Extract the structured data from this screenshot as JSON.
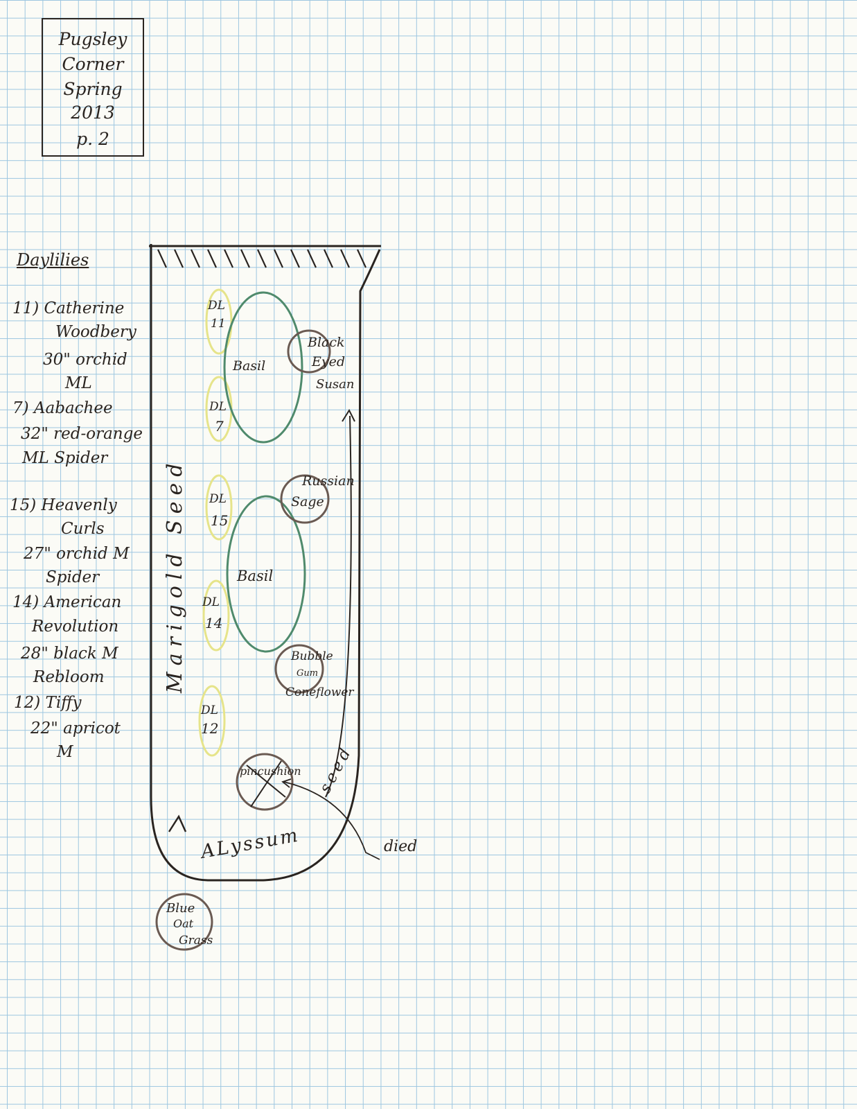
{
  "title_box": {
    "lines": [
      "Pugsley",
      "Corner",
      "Spring",
      "2013",
      "p. 2"
    ]
  },
  "legend": {
    "heading": "Daylilies",
    "entries": [
      {
        "lines": [
          "11) Catherine",
          "Woodbery",
          "30\" orchid",
          "ML"
        ]
      },
      {
        "lines": [
          "7) Aabachee",
          "32\" red-orange",
          "ML Spider"
        ]
      },
      {
        "lines": [
          "15) Heavenly",
          "Curls",
          "27\" orchid M",
          "Spider"
        ]
      },
      {
        "lines": [
          "14) American",
          "Revolution",
          "28\" black M",
          "Rebloom"
        ]
      },
      {
        "lines": [
          "12) Tiffy",
          "22\" apricot",
          "M"
        ]
      }
    ]
  },
  "garden": {
    "daylilies": [
      {
        "top": "DL",
        "bottom": "11"
      },
      {
        "top": "DL",
        "bottom": "7"
      },
      {
        "top": "DL",
        "bottom": "15"
      },
      {
        "top": "DL",
        "bottom": "14"
      },
      {
        "top": "DL",
        "bottom": "12"
      }
    ],
    "basil": [
      "Basil",
      "Basil"
    ],
    "black_eyed_susan": [
      "Black",
      "Eyed",
      "Susan"
    ],
    "russian_sage": [
      "Russian",
      "Sage"
    ],
    "coneflower": [
      "Bubble",
      "Gum",
      "Coneflower"
    ],
    "pincushion": "pincushion",
    "blue_oat_grass": [
      "Blue",
      "Oat",
      "Grass"
    ],
    "marigold_seed": "Marigold Seed",
    "alyssum": "ALyssum",
    "seed": "seed",
    "died_note": "died"
  },
  "colors": {
    "ink": "#2a2420",
    "daylily": "#e6e48a",
    "basil": "#4f8a6c",
    "perennial": "#6a5a52",
    "grid": "#9cc6e0"
  }
}
